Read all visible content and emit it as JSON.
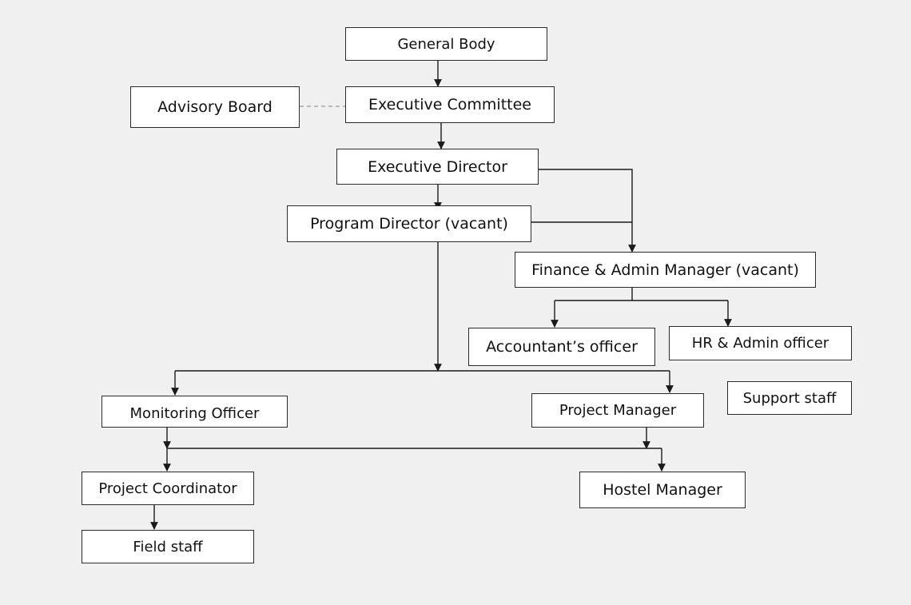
{
  "diagram": {
    "nodes": {
      "general_body": "General Body",
      "advisory_board": "Advisory Board",
      "executive_committee": "Executive Committee",
      "executive_director": "Executive Director",
      "program_director": "Program Director (vacant)",
      "finance_admin_manager": "Finance & Admin Manager (vacant)",
      "accountants_officer": "Accountant’s officer",
      "hr_admin_officer": "HR & Admin officer",
      "support_staff": "Support staff",
      "monitoring_officer": "Monitoring Officer",
      "project_manager": "Project Manager",
      "project_coordinator": "Project Coordinator",
      "hostel_manager": "Hostel Manager",
      "field_staff": "Field staff"
    },
    "colors": {
      "background": "#f0f0f0",
      "box_fill": "#ffffff",
      "line": "#1a1a1a",
      "dashed_link": "#9a9a9a"
    }
  }
}
